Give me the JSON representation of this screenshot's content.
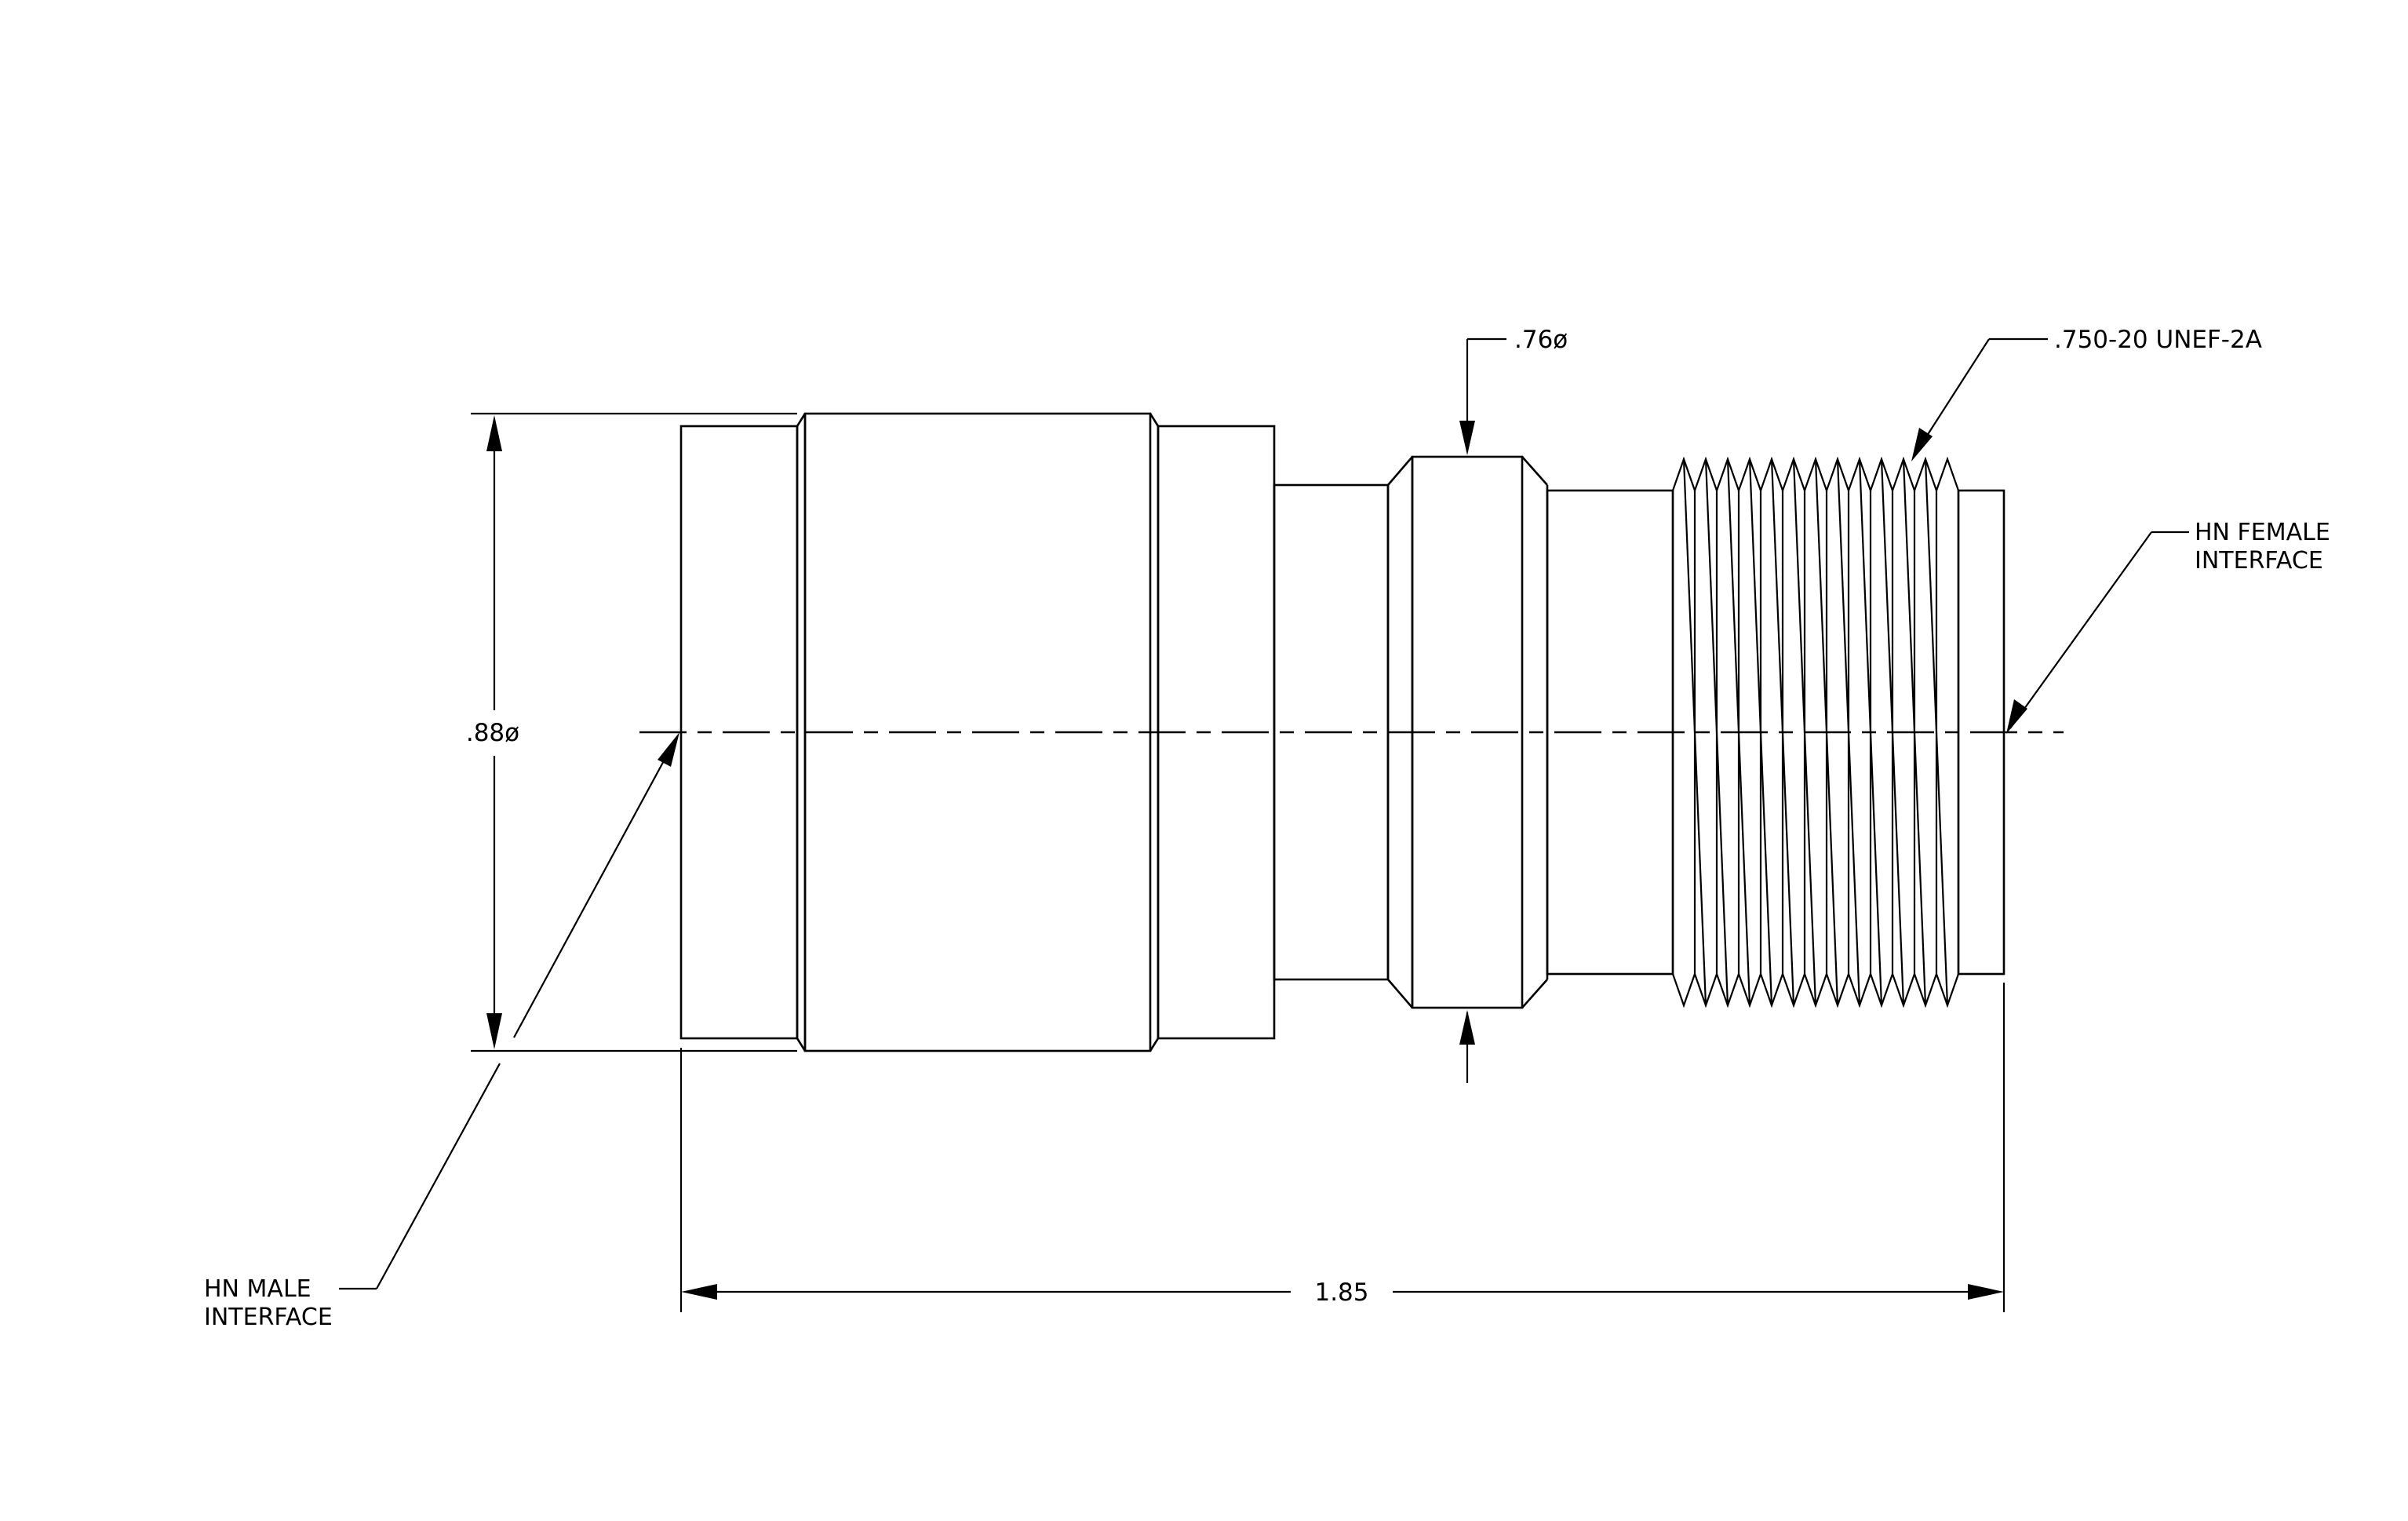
{
  "drawing": {
    "type": "mechanical-drawing",
    "subject": "adapter",
    "colors": {
      "line": "#000000",
      "background": "#ffffff"
    }
  },
  "dimensions": {
    "overall_length": ".1.85",
    "body_diameter": ".88ø",
    "nut_diameter": ".76ø",
    "thread_spec": ".750-20 UNEF-2A"
  },
  "labels": {
    "male_interface": [
      "HN MALE",
      "INTERFACE"
    ],
    "female_interface": [
      "HN FEMALE",
      "INTERFACE"
    ]
  }
}
